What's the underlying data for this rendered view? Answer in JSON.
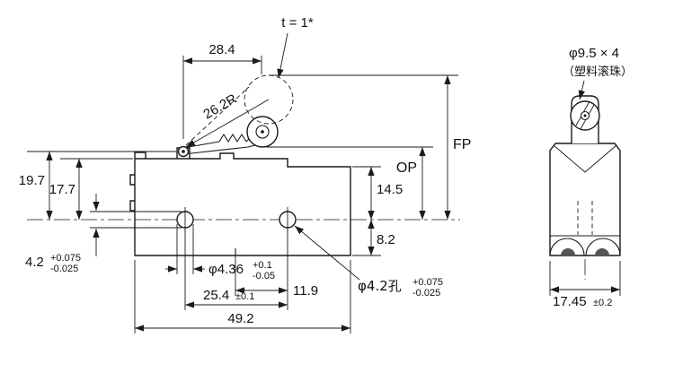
{
  "drawing": {
    "background_color": "#ffffff",
    "line_color": "#1a1a1a"
  },
  "front_view": {
    "dimensions": {
      "lever_thickness": "t = 1*",
      "pivot_to_roller": "28.4",
      "lever_radius": "26.2R",
      "free_position": "FP",
      "operating_position": "OP",
      "pivot_height": "19.7",
      "body_top_to_holes": "17.7",
      "right_top_to_holes": "14.5",
      "holes_to_bottom": "8.2",
      "slot_width": "4.2",
      "slot_width_tol_upper": "+0.075",
      "slot_width_tol_lower": "-0.025",
      "terminal_width": "φ4.36",
      "terminal_width_tol_upper": "+0.1",
      "terminal_width_tol_lower": "-0.05",
      "hole_pitch": "25.4",
      "hole_pitch_tol": "±0.1",
      "terminal_to_hole": "11.9",
      "mounting_hole": "φ4.2孔",
      "mounting_hole_tol_upper": "+0.075",
      "mounting_hole_tol_lower": "-0.025",
      "overall_width": "49.2"
    }
  },
  "side_view": {
    "annotations": {
      "roller_size": "φ9.5 × 4",
      "roller_material": "（塑料滚珠）"
    },
    "dimensions": {
      "overall_depth": "17.45",
      "overall_depth_tol": "±0.2"
    }
  }
}
